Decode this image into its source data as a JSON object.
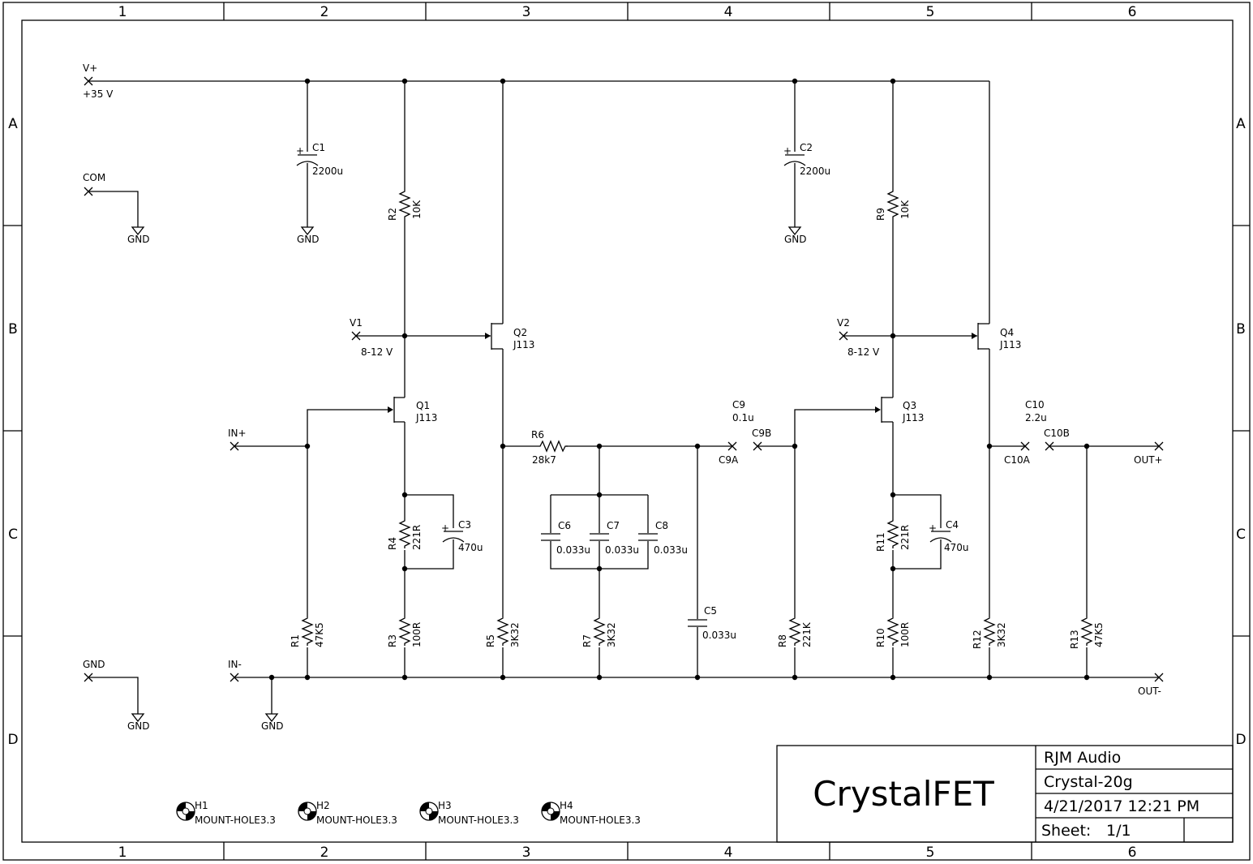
{
  "frame": {
    "columns": [
      "1",
      "2",
      "3",
      "4",
      "5",
      "6"
    ],
    "rows": [
      "A",
      "B",
      "C",
      "D"
    ]
  },
  "title_block": {
    "title": "CrystalFET",
    "company": "RJM Audio",
    "drawing": "Crystal-20g",
    "date": "4/21/2017 12:21 PM",
    "sheet_label": "Sheet:",
    "sheet_value": "1/1"
  },
  "ports": {
    "vplus": {
      "name": "V+",
      "value": "+35 V"
    },
    "com": {
      "name": "COM"
    },
    "gnd_port": {
      "name": "GND"
    },
    "in_plus": {
      "name": "IN+"
    },
    "in_minus": {
      "name": "IN-"
    },
    "v1": {
      "name": "V1",
      "value": "8-12 V"
    },
    "v2": {
      "name": "V2",
      "value": "8-12 V"
    },
    "c9a": {
      "name": "C9A"
    },
    "c9b": {
      "name": "C9B"
    },
    "c10a": {
      "name": "C10A"
    },
    "c10b": {
      "name": "C10B"
    },
    "out_plus": {
      "name": "OUT+"
    },
    "out_minus": {
      "name": "OUT-"
    }
  },
  "ground_label": "GND",
  "resistors": {
    "R1": {
      "name": "R1",
      "value": "47K5"
    },
    "R2": {
      "name": "R2",
      "value": "10K"
    },
    "R3": {
      "name": "R3",
      "value": "100R"
    },
    "R4": {
      "name": "R4",
      "value": "221R"
    },
    "R5": {
      "name": "R5",
      "value": "3K32"
    },
    "R6": {
      "name": "R6",
      "value": "28k7"
    },
    "R7": {
      "name": "R7",
      "value": "3K32"
    },
    "R8": {
      "name": "R8",
      "value": "221K"
    },
    "R9": {
      "name": "R9",
      "value": "10K"
    },
    "R10": {
      "name": "R10",
      "value": "100R"
    },
    "R11": {
      "name": "R11",
      "value": "221R"
    },
    "R12": {
      "name": "R12",
      "value": "3K32"
    },
    "R13": {
      "name": "R13",
      "value": "47K5"
    }
  },
  "capacitors": {
    "C1": {
      "name": "C1",
      "value": "2200u"
    },
    "C2": {
      "name": "C2",
      "value": "2200u"
    },
    "C3": {
      "name": "C3",
      "value": "470u"
    },
    "C4": {
      "name": "C4",
      "value": "470u"
    },
    "C5": {
      "name": "C5",
      "value": "0.033u"
    },
    "C6": {
      "name": "C6",
      "value": "0.033u"
    },
    "C7": {
      "name": "C7",
      "value": "0.033u"
    },
    "C8": {
      "name": "C8",
      "value": "0.033u"
    },
    "C9": {
      "name": "C9",
      "value": "0.1u"
    },
    "C10": {
      "name": "C10",
      "value": "2.2u"
    }
  },
  "transistors": {
    "Q1": {
      "name": "Q1",
      "value": "J113"
    },
    "Q2": {
      "name": "Q2",
      "value": "J113"
    },
    "Q3": {
      "name": "Q3",
      "value": "J113"
    },
    "Q4": {
      "name": "Q4",
      "value": "J113"
    }
  },
  "mount_holes": [
    {
      "name": "H1",
      "value": "MOUNT-HOLE3.3"
    },
    {
      "name": "H2",
      "value": "MOUNT-HOLE3.3"
    },
    {
      "name": "H3",
      "value": "MOUNT-HOLE3.3"
    },
    {
      "name": "H4",
      "value": "MOUNT-HOLE3.3"
    }
  ],
  "plus_sign": "+"
}
